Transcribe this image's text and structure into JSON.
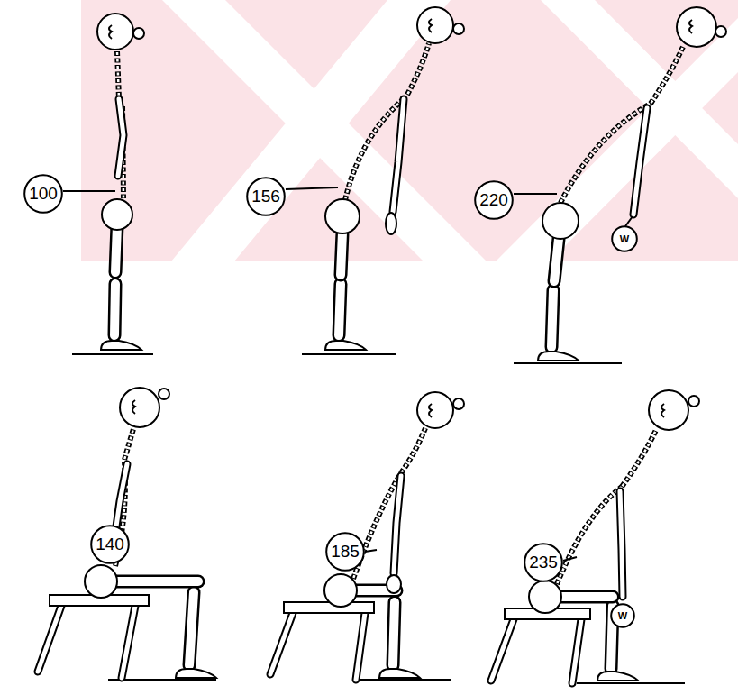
{
  "diagram": {
    "nodes": [
      {
        "text": [
          "100"
        ]
      },
      {
        "text": [
          "156"
        ]
      },
      {
        "text": [
          "220"
        ]
      },
      {
        "text": [
          "W"
        ]
      },
      {
        "text": [
          "140"
        ]
      },
      {
        "text": [
          "185"
        ]
      },
      {
        "text": [
          "235"
        ]
      },
      {
        "text": [
          "W"
        ]
      }
    ]
  }
}
